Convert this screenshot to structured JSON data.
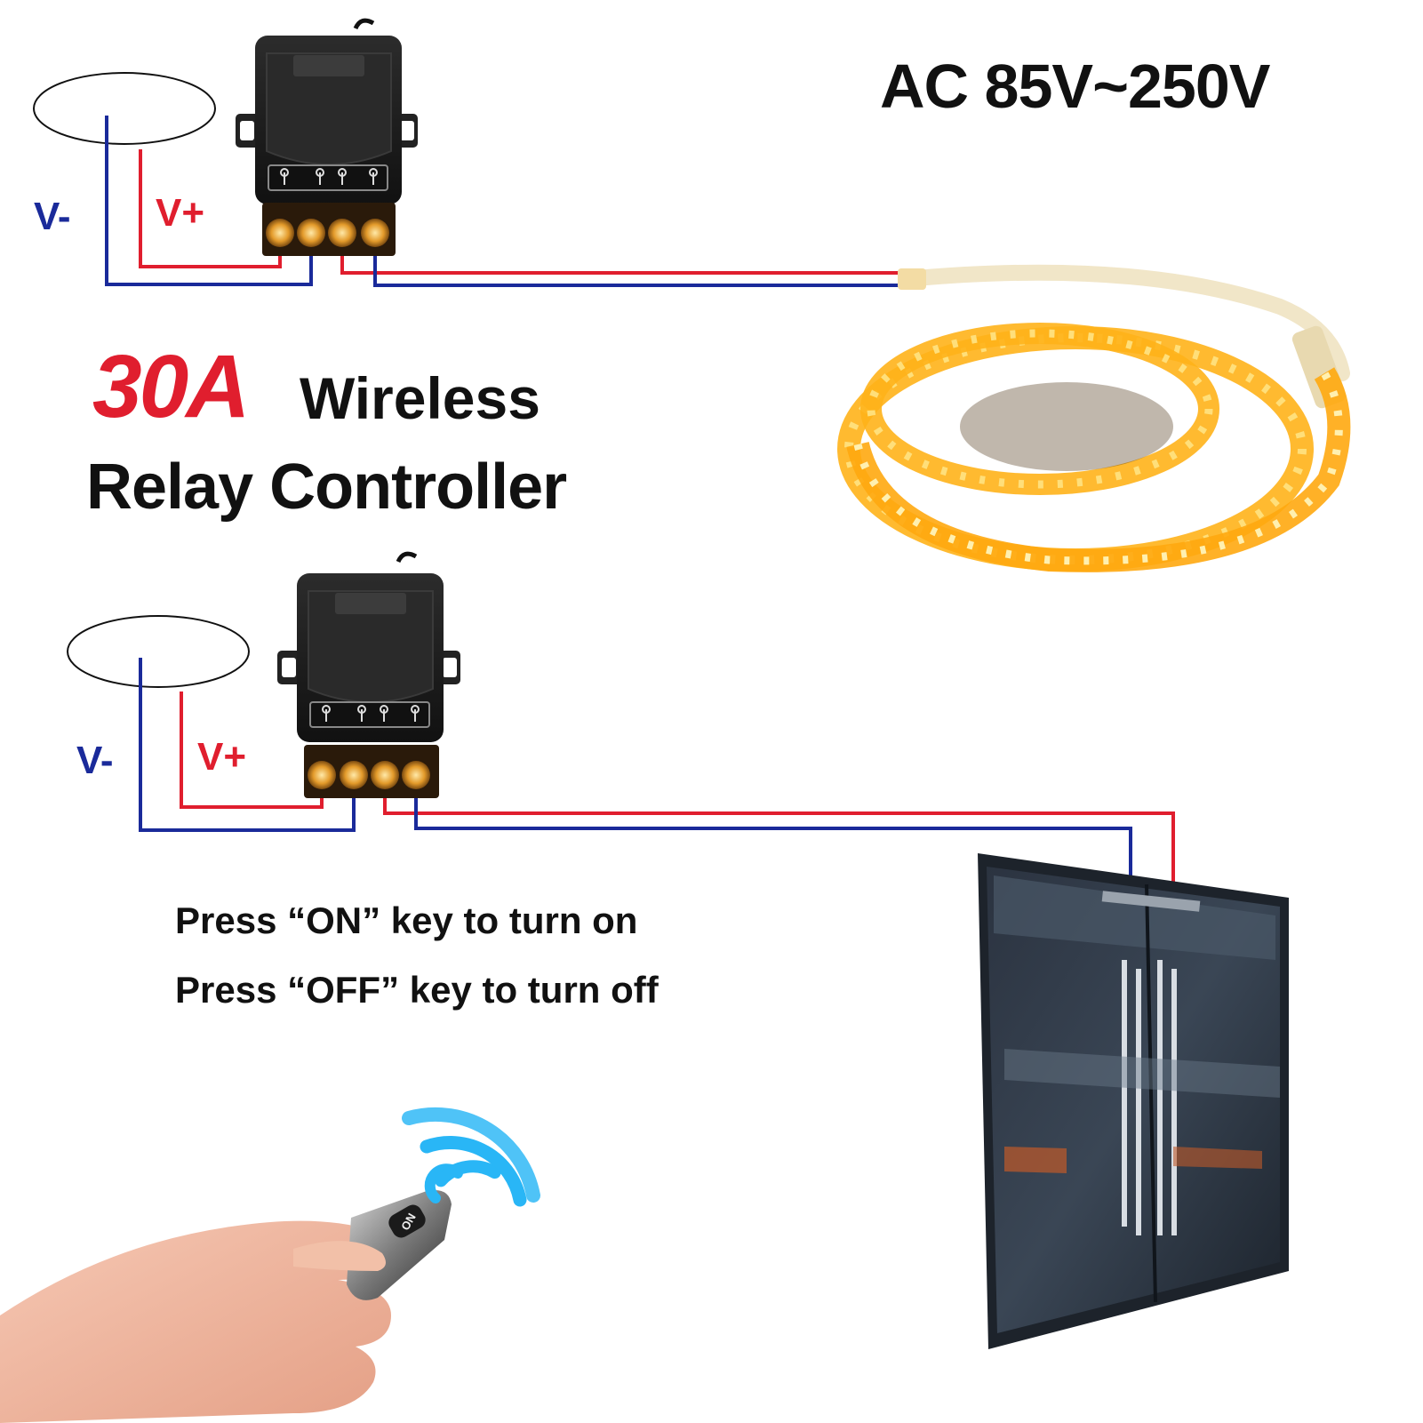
{
  "voltage_label": "AC 85V~250V",
  "title": {
    "current": "30A",
    "line1": "Wireless",
    "line2": "Relay Controller"
  },
  "instructions": [
    "Press “ON” key to turn on",
    "Press “OFF” key to turn off"
  ],
  "wiring": {
    "negative_label": "V-",
    "positive_label": "V+"
  },
  "remote": {
    "key_label": "ON"
  },
  "colors": {
    "positive_wire": "#e01e2e",
    "negative_wire": "#1a2a9a",
    "title_accent": "#e01e2e",
    "relay_body": "#1c1c1c",
    "led_glow": "#ffb21a",
    "signal_waves": "#29b6f6"
  },
  "icons": {
    "relay_module": "relay-controller-module",
    "led_strip": "led-strip-coil",
    "door": "glass-door",
    "remote": "remote-control-in-hand",
    "signal": "wireless-signal"
  }
}
